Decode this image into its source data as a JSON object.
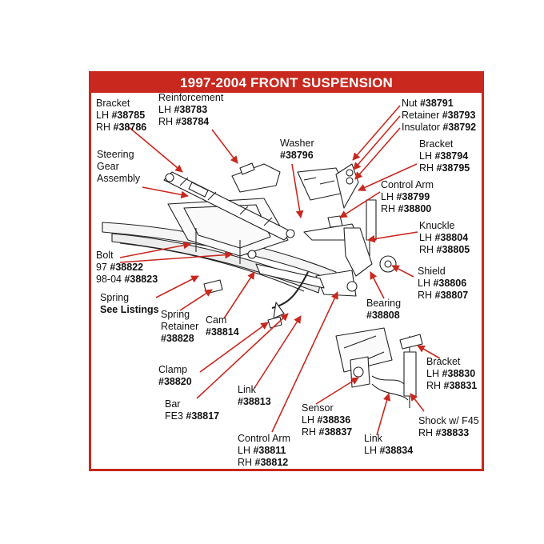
{
  "title": "1997-2004 FRONT SUSPENSION",
  "accent_color": "#c8281e",
  "callouts": {
    "bracket_38785": {
      "l1": "Bracket",
      "l2p": "LH ",
      "l2b": "#38785",
      "l3p": "RH ",
      "l3b": "#38786"
    },
    "reinforcement": {
      "l1": "Reinforcement",
      "l2p": "LH ",
      "l2b": "#38783",
      "l3p": "RH ",
      "l3b": "#38784"
    },
    "nut": {
      "l1p": "Nut ",
      "l1b": "#38791",
      "l2p": "Retainer ",
      "l2b": "#38793",
      "l3p": "Insulator ",
      "l3b": "#38792"
    },
    "steering": {
      "l1": "Steering",
      "l2": "Gear",
      "l3": "Assembly"
    },
    "washer": {
      "l1": "Washer",
      "l2b": "#38796"
    },
    "bracket_38794": {
      "l1": "Bracket",
      "l2p": "LH ",
      "l2b": "#38794",
      "l3p": "RH ",
      "l3b": "#38795"
    },
    "control_arm_upper": {
      "l1": "Control Arm",
      "l2p": "LH ",
      "l2b": "#38799",
      "l3p": "RH ",
      "l3b": "#38800"
    },
    "knuckle": {
      "l1": "Knuckle",
      "l2p": "LH ",
      "l2b": "#38804",
      "l3p": "RH ",
      "l3b": "#38805"
    },
    "bolt": {
      "l1": "Bolt",
      "l2p": "97 ",
      "l2b": "#38822",
      "l3p": "98-04 ",
      "l3b": "#38823"
    },
    "shield": {
      "l1": "Shield",
      "l2p": "LH ",
      "l2b": "#38806",
      "l3p": "RH ",
      "l3b": "#38807"
    },
    "spring": {
      "l1": "Spring",
      "l2b": "See Listings"
    },
    "spring_retainer": {
      "l1": "Spring",
      "l2": "Retainer",
      "l3b": "#38828"
    },
    "cam": {
      "l1": "Cam",
      "l2b": "#38814"
    },
    "bearing": {
      "l1": "Bearing",
      "l2b": "#38808"
    },
    "clamp": {
      "l1": "Clamp",
      "l2b": "#38820"
    },
    "bracket_38830": {
      "l1": "Bracket",
      "l2p": "LH ",
      "l2b": "#38830",
      "l3p": "RH ",
      "l3b": "#38831"
    },
    "link_38813": {
      "l1": "Link",
      "l2b": "#38813"
    },
    "bar": {
      "l1": "Bar",
      "l2p": "FE3 ",
      "l2b": "#38817"
    },
    "sensor": {
      "l1": "Sensor",
      "l2p": "LH ",
      "l2b": "#38836",
      "l3p": "RH ",
      "l3b": "#38837"
    },
    "shock": {
      "l1": "Shock w/ F45",
      "l2p": "RH ",
      "l2b": "#38833"
    },
    "link_38834": {
      "l1": "Link",
      "l2p": "LH ",
      "l2b": "#38834"
    },
    "control_arm_lower": {
      "l1": "Control Arm",
      "l2p": "LH ",
      "l2b": "#38811",
      "l3p": "RH ",
      "l3b": "#38812"
    }
  }
}
